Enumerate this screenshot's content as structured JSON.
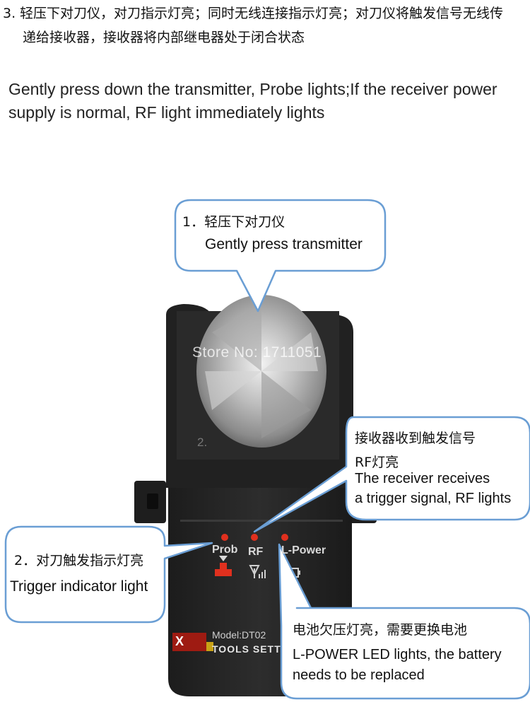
{
  "step": {
    "number": "3.",
    "zh_line1": "轻压下对刀仪，对刀指示灯亮；同时无线连接指示灯亮；对刀仪将触发信号无线传",
    "zh_line2": "递给接收器，接收器将内部继电器处于闭合状态"
  },
  "description_en": {
    "line1": "Gently press down the transmitter, Probe lights;If the receiver power",
    "line2": "supply is normal, RF light immediately lights"
  },
  "callouts": {
    "press": {
      "zh": "1．轻压下对刀仪",
      "en": "Gently press transmitter"
    },
    "rf": {
      "zh1": "接收器收到触发信号",
      "zh2": "RF灯亮",
      "en1": "The receiver receives",
      "en2": "a trigger signal, RF lights"
    },
    "trigger": {
      "zh": "2．对刀触发指示灯亮",
      "en": "Trigger indicator light"
    },
    "power": {
      "zh": "电池欠压灯亮，需要更换电池",
      "en1": "L-POWER LED lights, the battery",
      "en2": "needs to be replaced"
    }
  },
  "device": {
    "watermark": "Store No: 1711051",
    "stray_mark": "2.",
    "labels": {
      "prob": "Prob",
      "rf": "RF",
      "lpower": "L-Power"
    },
    "model": "Model:DT02",
    "brand": "TOOLS SETT",
    "logo_text": "X"
  },
  "colors": {
    "callout_border": "#6a9ed4",
    "led": "#e0301e",
    "body": "#252525"
  }
}
